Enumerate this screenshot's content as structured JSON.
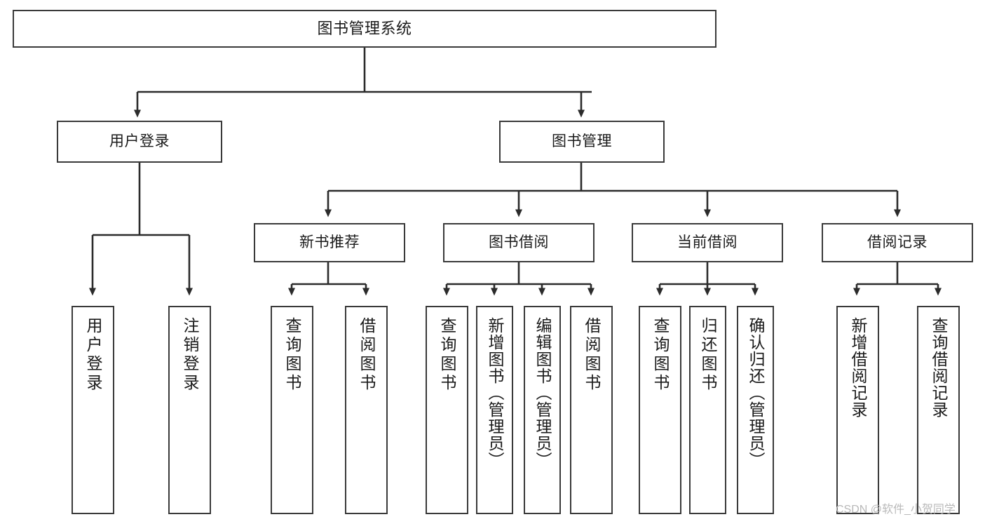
{
  "diagram": {
    "title": "图书管理系统",
    "type": "tree",
    "watermark": "CSDN @软件_小贺同学",
    "colors": {
      "box_border": "#3a3a3a",
      "box_fill": "#ffffff",
      "line": "#2b2b2b",
      "text": "#1a1a1a",
      "watermark": "#b9b9b9",
      "background": "#ffffff"
    },
    "root": {
      "label": "图书管理系统"
    },
    "level2": [
      {
        "label": "用户登录"
      },
      {
        "label": "图书管理"
      }
    ],
    "level3": [
      {
        "label": "新书推荐"
      },
      {
        "label": "图书借阅"
      },
      {
        "label": "当前借阅"
      },
      {
        "label": "借阅记录"
      }
    ],
    "leaves": {
      "user_login": [
        {
          "label": "用户登录"
        },
        {
          "label": "注销登录"
        }
      ],
      "new_book_recommend": [
        {
          "label": "查询图书"
        },
        {
          "label": "借阅图书"
        }
      ],
      "book_borrow": [
        {
          "label": "查询图书"
        },
        {
          "label": "新增图书（管理员）"
        },
        {
          "label": "编辑图书（管理员）"
        },
        {
          "label": "借阅图书"
        }
      ],
      "current_borrow": [
        {
          "label": "查询图书"
        },
        {
          "label": "归还图书"
        },
        {
          "label": "确认归还（管理员）"
        }
      ],
      "borrow_record": [
        {
          "label": "新增借阅记录"
        },
        {
          "label": "查询借阅记录"
        }
      ]
    }
  }
}
